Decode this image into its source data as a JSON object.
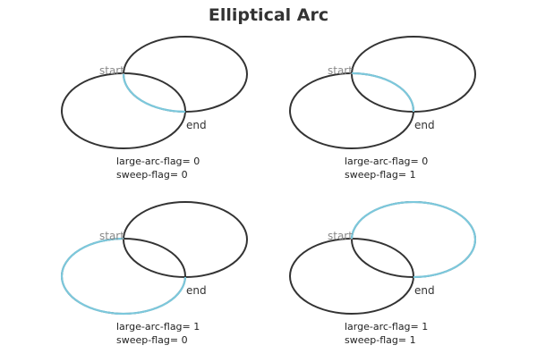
{
  "title": "Elliptical Arc",
  "colors": {
    "ellipse_stroke": "#333333",
    "arc_highlight": "#7cc8dc",
    "start_label": "#8a8a8a",
    "end_label": "#333333"
  },
  "panels": [
    {
      "start_label": "start",
      "end_label": "end",
      "large_arc_flag_text": "large-arc-flag= 0",
      "sweep_flag_text": "sweep-flag= 0",
      "large_arc_flag": 0,
      "sweep_flag": 0
    },
    {
      "start_label": "start",
      "end_label": "end",
      "large_arc_flag_text": "large-arc-flag= 0",
      "sweep_flag_text": "sweep-flag= 1",
      "large_arc_flag": 0,
      "sweep_flag": 1
    },
    {
      "start_label": "start",
      "end_label": "end",
      "large_arc_flag_text": "large-arc-flag= 1",
      "sweep_flag_text": "sweep-flag= 0",
      "large_arc_flag": 1,
      "sweep_flag": 0
    },
    {
      "start_label": "start",
      "end_label": "end",
      "large_arc_flag_text": "large-arc-flag= 1",
      "sweep_flag_text": "sweep-flag= 1",
      "large_arc_flag": 1,
      "sweep_flag": 1
    }
  ]
}
